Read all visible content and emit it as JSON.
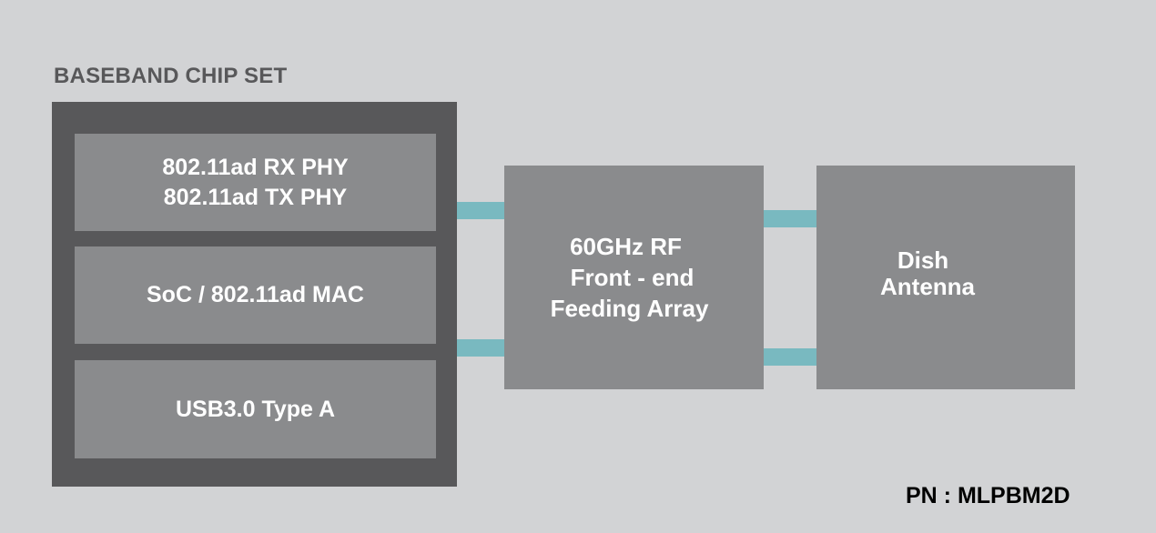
{
  "diagram": {
    "baseband": {
      "title": "BASEBAND CHIP SET",
      "blocks": {
        "phy": {
          "line1": "802.11ad RX PHY",
          "line2": "802.11ad TX PHY"
        },
        "mac": {
          "line1": "SoC / 802.11ad MAC"
        },
        "usb": {
          "line1": "USB3.0 Type A"
        }
      }
    },
    "rf": {
      "line1": "60GHz RF",
      "line2": "Front - end",
      "line3": "Feeding Array"
    },
    "antenna": {
      "line1": "Dish",
      "line2": "Antenna"
    },
    "part_number": "PN : MLPBM2D"
  },
  "colors": {
    "background": "#d2d3d5",
    "chipset_container": "#58585a",
    "block": "#8a8b8d",
    "connector": "#79b9c0",
    "block_text": "#ffffff",
    "title_text": "#58585a"
  }
}
